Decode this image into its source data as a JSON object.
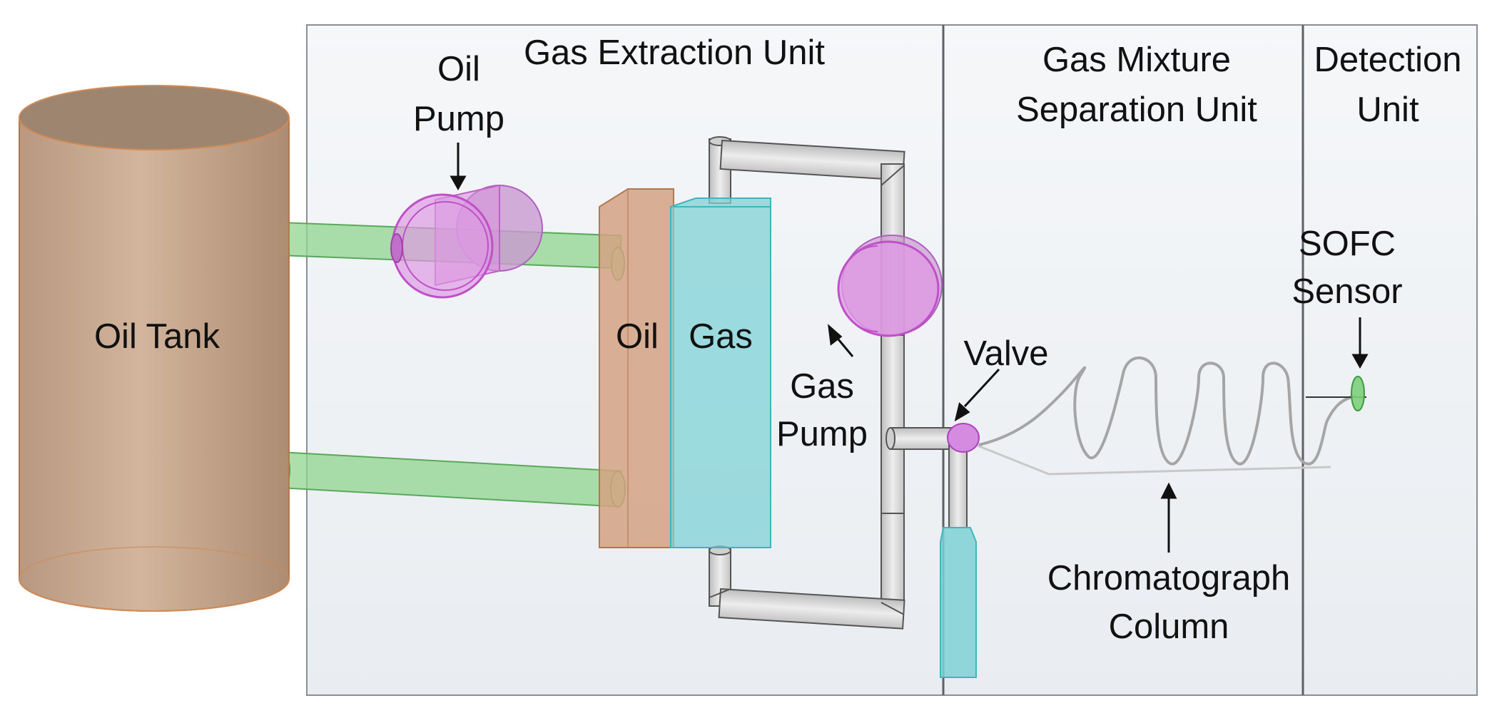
{
  "units": {
    "extraction": "Gas Extraction Unit",
    "separation_line1": "Gas Mixture",
    "separation_line2": "Separation Unit",
    "detection_line1": "Detection",
    "detection_line2": "Unit"
  },
  "components": {
    "oil_tank": "Oil Tank",
    "oil_pump_line1": "Oil",
    "oil_pump_line2": "Pump",
    "oil": "Oil",
    "gas": "Gas",
    "gas_pump_line1": "Gas",
    "gas_pump_line2": "Pump",
    "valve": "Valve",
    "column_line1": "Chromatograph",
    "column_line2": "Column",
    "sensor_line1": "SOFC",
    "sensor_line2": "Sensor"
  },
  "colors": {
    "tank": "#c8a88c",
    "pipe_green": "#7ccf7c",
    "pump_magenta": "#d98ae0",
    "oil_block": "#d4a283",
    "gas_block": "#7fd1d6",
    "grey_pipe": "#d9d9d9",
    "panel": "#eef1f4"
  }
}
